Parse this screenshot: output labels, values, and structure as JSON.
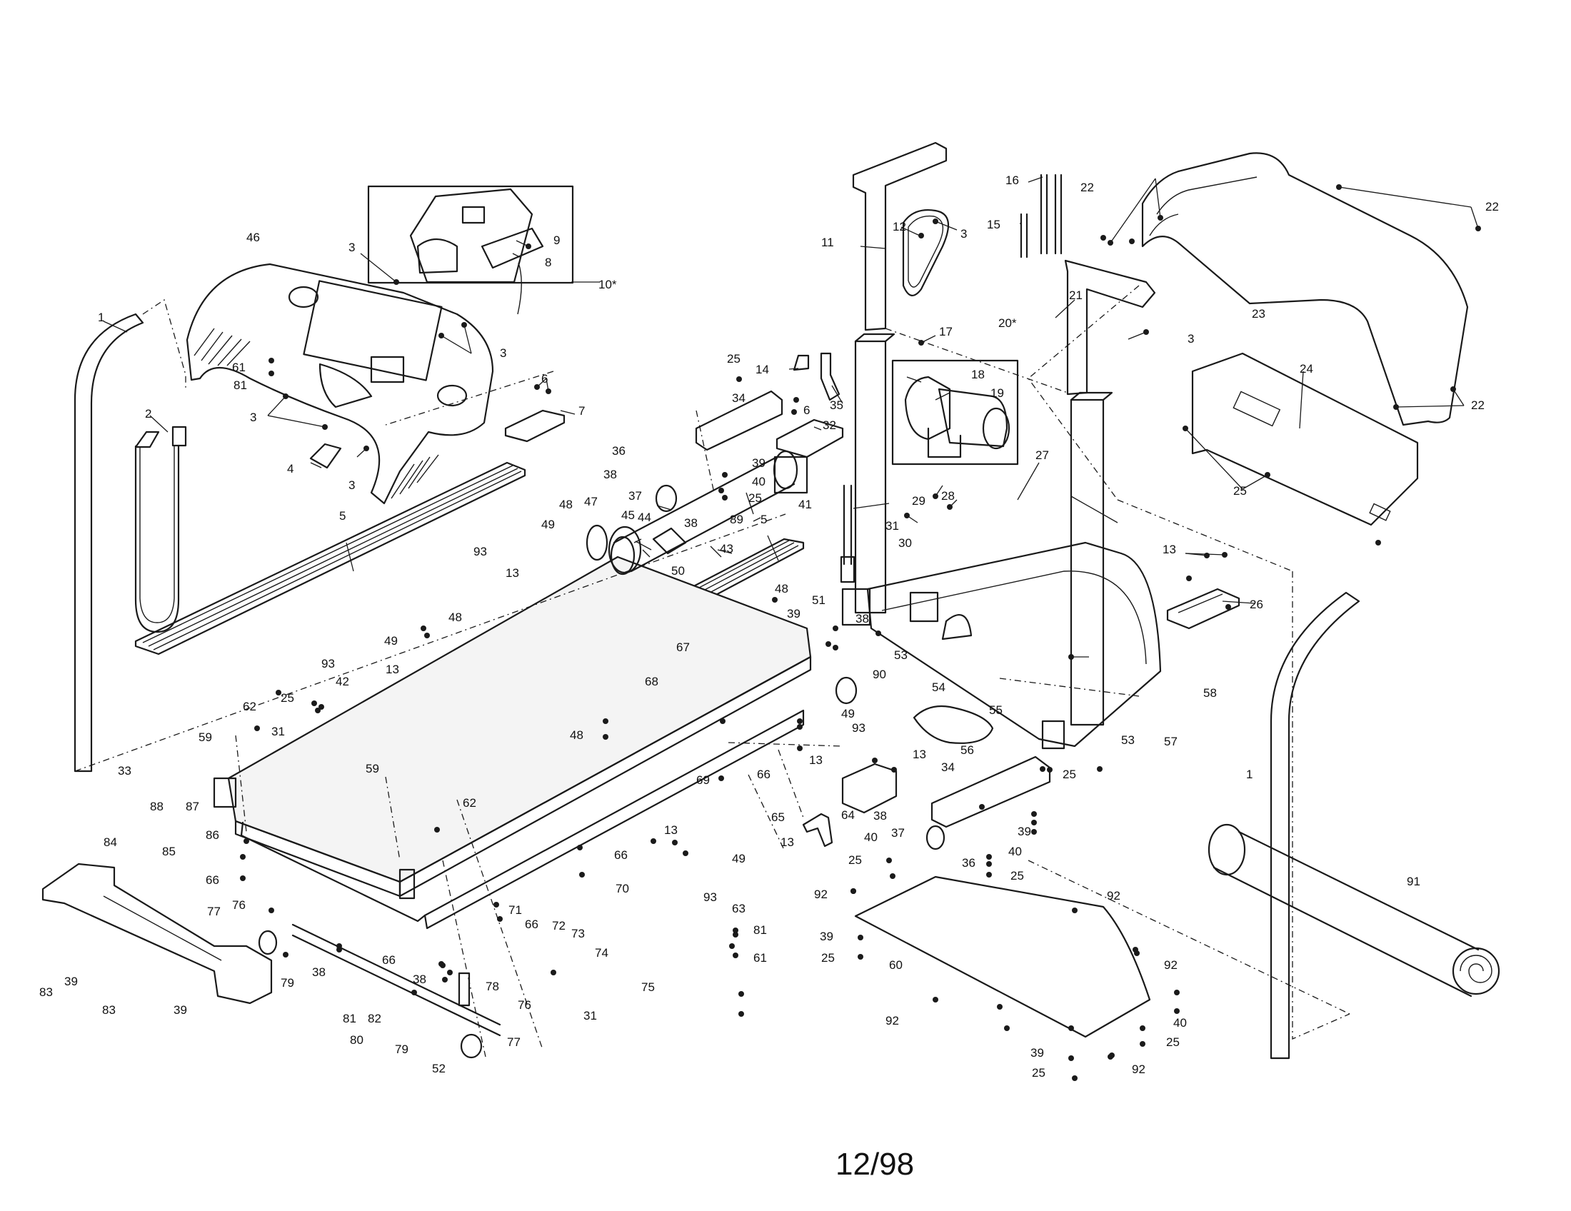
{
  "footer_code": "12/98",
  "callouts": [
    {
      "id": "c1a",
      "text": "1"
    },
    {
      "id": "c1b",
      "text": "1"
    },
    {
      "id": "c2",
      "text": "2"
    },
    {
      "id": "c3a",
      "text": "3"
    },
    {
      "id": "c3b",
      "text": "3"
    },
    {
      "id": "c3c",
      "text": "3"
    },
    {
      "id": "c3d",
      "text": "3"
    },
    {
      "id": "c3e",
      "text": "3"
    },
    {
      "id": "c3f",
      "text": "3"
    },
    {
      "id": "c4",
      "text": "4"
    },
    {
      "id": "c5a",
      "text": "5"
    },
    {
      "id": "c5b",
      "text": "5"
    },
    {
      "id": "c6a",
      "text": "6"
    },
    {
      "id": "c6b",
      "text": "6"
    },
    {
      "id": "c7",
      "text": "7"
    },
    {
      "id": "c8",
      "text": "8"
    },
    {
      "id": "c9",
      "text": "9"
    },
    {
      "id": "c10",
      "text": "10*"
    },
    {
      "id": "c11",
      "text": "11"
    },
    {
      "id": "c12",
      "text": "12"
    },
    {
      "id": "c13a",
      "text": "13"
    },
    {
      "id": "c13b",
      "text": "13"
    },
    {
      "id": "c13c",
      "text": "13"
    },
    {
      "id": "c13d",
      "text": "13"
    },
    {
      "id": "c13e",
      "text": "13"
    },
    {
      "id": "c13f",
      "text": "13"
    },
    {
      "id": "c13g",
      "text": "13"
    },
    {
      "id": "c14",
      "text": "14"
    },
    {
      "id": "c15",
      "text": "15"
    },
    {
      "id": "c16",
      "text": "16"
    },
    {
      "id": "c17",
      "text": "17"
    },
    {
      "id": "c18",
      "text": "18"
    },
    {
      "id": "c19",
      "text": "19"
    },
    {
      "id": "c20",
      "text": "20*"
    },
    {
      "id": "c21",
      "text": "21"
    },
    {
      "id": "c22a",
      "text": "22"
    },
    {
      "id": "c22b",
      "text": "22"
    },
    {
      "id": "c22c",
      "text": "22"
    },
    {
      "id": "c23",
      "text": "23"
    },
    {
      "id": "c24",
      "text": "24"
    },
    {
      "id": "c25a",
      "text": "25"
    },
    {
      "id": "c25b",
      "text": "25"
    },
    {
      "id": "c25c",
      "text": "25"
    },
    {
      "id": "c25d",
      "text": "25"
    },
    {
      "id": "c25e",
      "text": "25"
    },
    {
      "id": "c25f",
      "text": "25"
    },
    {
      "id": "c25g",
      "text": "25"
    },
    {
      "id": "c25h",
      "text": "25"
    },
    {
      "id": "c25i",
      "text": "25"
    },
    {
      "id": "c25j",
      "text": "25"
    },
    {
      "id": "c26",
      "text": "26"
    },
    {
      "id": "c27",
      "text": "27"
    },
    {
      "id": "c28",
      "text": "28"
    },
    {
      "id": "c29",
      "text": "29"
    },
    {
      "id": "c30",
      "text": "30"
    },
    {
      "id": "c31a",
      "text": "31"
    },
    {
      "id": "c31b",
      "text": "31"
    },
    {
      "id": "c31c",
      "text": "31"
    },
    {
      "id": "c32",
      "text": "32"
    },
    {
      "id": "c33",
      "text": "33"
    },
    {
      "id": "c34a",
      "text": "34"
    },
    {
      "id": "c34b",
      "text": "34"
    },
    {
      "id": "c35",
      "text": "35"
    },
    {
      "id": "c36a",
      "text": "36"
    },
    {
      "id": "c36b",
      "text": "36"
    },
    {
      "id": "c37a",
      "text": "37"
    },
    {
      "id": "c37b",
      "text": "37"
    },
    {
      "id": "c38a",
      "text": "38"
    },
    {
      "id": "c38b",
      "text": "38"
    },
    {
      "id": "c38c",
      "text": "38"
    },
    {
      "id": "c38d",
      "text": "38"
    },
    {
      "id": "c38e",
      "text": "38"
    },
    {
      "id": "c38f",
      "text": "38"
    },
    {
      "id": "c39a",
      "text": "39"
    },
    {
      "id": "c39b",
      "text": "39"
    },
    {
      "id": "c39c",
      "text": "39"
    },
    {
      "id": "c39d",
      "text": "39"
    },
    {
      "id": "c39e",
      "text": "39"
    },
    {
      "id": "c39f",
      "text": "39"
    },
    {
      "id": "c39g",
      "text": "39"
    },
    {
      "id": "c40a",
      "text": "40"
    },
    {
      "id": "c40b",
      "text": "40"
    },
    {
      "id": "c40c",
      "text": "40"
    },
    {
      "id": "c40d",
      "text": "40"
    },
    {
      "id": "c41",
      "text": "41"
    },
    {
      "id": "c42",
      "text": "42"
    },
    {
      "id": "c43",
      "text": "43"
    },
    {
      "id": "c44",
      "text": "44"
    },
    {
      "id": "c45",
      "text": "45"
    },
    {
      "id": "c46",
      "text": "46"
    },
    {
      "id": "c47",
      "text": "47"
    },
    {
      "id": "c48a",
      "text": "48"
    },
    {
      "id": "c48b",
      "text": "48"
    },
    {
      "id": "c48c",
      "text": "48"
    },
    {
      "id": "c48d",
      "text": "48"
    },
    {
      "id": "c49a",
      "text": "49"
    },
    {
      "id": "c49b",
      "text": "49"
    },
    {
      "id": "c49c",
      "text": "49"
    },
    {
      "id": "c49d",
      "text": "49"
    },
    {
      "id": "c50",
      "text": "50"
    },
    {
      "id": "c51",
      "text": "51"
    },
    {
      "id": "c52",
      "text": "52"
    },
    {
      "id": "c53a",
      "text": "53"
    },
    {
      "id": "c53b",
      "text": "53"
    },
    {
      "id": "c54",
      "text": "54"
    },
    {
      "id": "c55",
      "text": "55"
    },
    {
      "id": "c56",
      "text": "56"
    },
    {
      "id": "c57",
      "text": "57"
    },
    {
      "id": "c58",
      "text": "58"
    },
    {
      "id": "c59a",
      "text": "59"
    },
    {
      "id": "c59b",
      "text": "59"
    },
    {
      "id": "c60",
      "text": "60"
    },
    {
      "id": "c61a",
      "text": "61"
    },
    {
      "id": "c61b",
      "text": "61"
    },
    {
      "id": "c62a",
      "text": "62"
    },
    {
      "id": "c62b",
      "text": "62"
    },
    {
      "id": "c63",
      "text": "63"
    },
    {
      "id": "c64",
      "text": "64"
    },
    {
      "id": "c65",
      "text": "65"
    },
    {
      "id": "c66a",
      "text": "66"
    },
    {
      "id": "c66b",
      "text": "66"
    },
    {
      "id": "c66c",
      "text": "66"
    },
    {
      "id": "c66d",
      "text": "66"
    },
    {
      "id": "c66e",
      "text": "66"
    },
    {
      "id": "c67",
      "text": "67"
    },
    {
      "id": "c68",
      "text": "68"
    },
    {
      "id": "c69",
      "text": "69"
    },
    {
      "id": "c70",
      "text": "70"
    },
    {
      "id": "c71",
      "text": "71"
    },
    {
      "id": "c72",
      "text": "72"
    },
    {
      "id": "c73",
      "text": "73"
    },
    {
      "id": "c74",
      "text": "74"
    },
    {
      "id": "c75",
      "text": "75"
    },
    {
      "id": "c76a",
      "text": "76"
    },
    {
      "id": "c76b",
      "text": "76"
    },
    {
      "id": "c77a",
      "text": "77"
    },
    {
      "id": "c77b",
      "text": "77"
    },
    {
      "id": "c78",
      "text": "78"
    },
    {
      "id": "c79a",
      "text": "79"
    },
    {
      "id": "c79b",
      "text": "79"
    },
    {
      "id": "c80",
      "text": "80"
    },
    {
      "id": "c81a",
      "text": "81"
    },
    {
      "id": "c81b",
      "text": "81"
    },
    {
      "id": "c81c",
      "text": "81"
    },
    {
      "id": "c82",
      "text": "82"
    },
    {
      "id": "c83a",
      "text": "83"
    },
    {
      "id": "c83b",
      "text": "83"
    },
    {
      "id": "c84",
      "text": "84"
    },
    {
      "id": "c85",
      "text": "85"
    },
    {
      "id": "c86",
      "text": "86"
    },
    {
      "id": "c87",
      "text": "87"
    },
    {
      "id": "c88",
      "text": "88"
    },
    {
      "id": "c89",
      "text": "89"
    },
    {
      "id": "c90",
      "text": "90"
    },
    {
      "id": "c91",
      "text": "91"
    },
    {
      "id": "c92a",
      "text": "92"
    },
    {
      "id": "c92b",
      "text": "92"
    },
    {
      "id": "c92c",
      "text": "92"
    },
    {
      "id": "c92d",
      "text": "92"
    },
    {
      "id": "c92e",
      "text": "92"
    },
    {
      "id": "c93a",
      "text": "93"
    },
    {
      "id": "c93b",
      "text": "93"
    },
    {
      "id": "c93c",
      "text": "93"
    },
    {
      "id": "c93d",
      "text": "93"
    }
  ]
}
